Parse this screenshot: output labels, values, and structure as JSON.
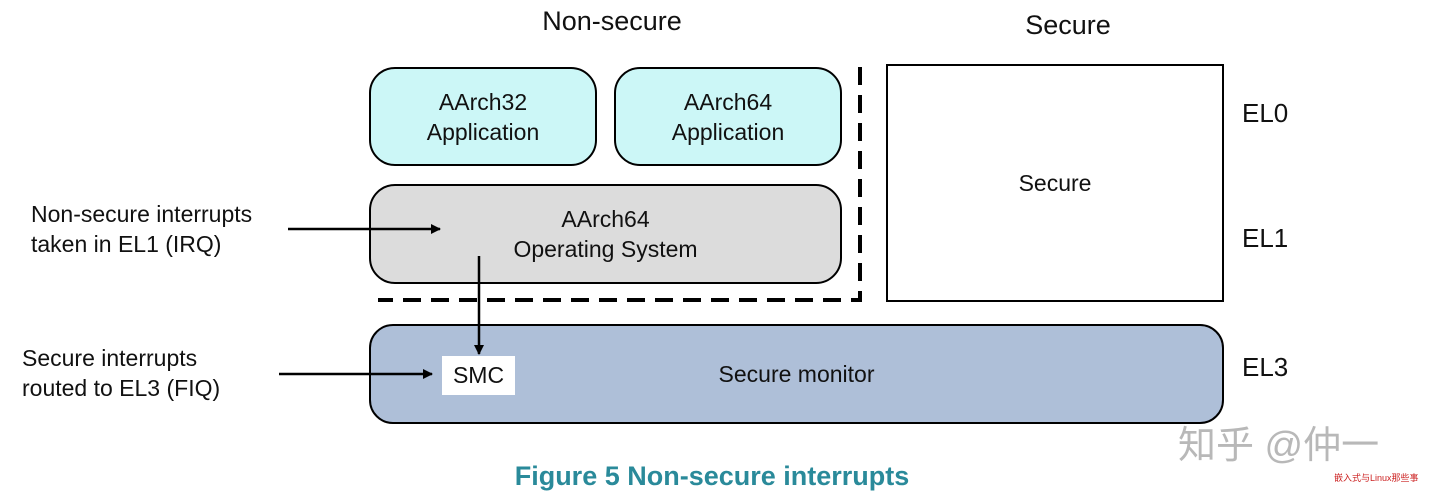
{
  "headers": {
    "non_secure": "Non-secure",
    "secure": "Secure"
  },
  "boxes": {
    "aarch32_app": {
      "line1": "AArch32",
      "line2": "Application"
    },
    "aarch64_app": {
      "line1": "AArch64",
      "line2": "Application"
    },
    "aarch64_os": {
      "line1": "AArch64",
      "line2": "Operating System"
    },
    "secure": "Secure",
    "secure_monitor": "Secure monitor",
    "smc": "SMC"
  },
  "exception_levels": {
    "el0": "EL0",
    "el1": "EL1",
    "el3": "EL3"
  },
  "labels": {
    "irq_line1": "Non-secure interrupts",
    "irq_line2": "taken in EL1 (IRQ)",
    "fiq_line1": "Secure interrupts",
    "fiq_line2": "routed to EL3 (FIQ)"
  },
  "caption": "Figure 5 Non-secure interrupts",
  "watermark": {
    "main": "知乎 @仲一",
    "sub": "嵌入式与Linux那些事"
  },
  "colors": {
    "app_fill": "#ccf7f7",
    "os_fill": "#dcdcdc",
    "monitor_fill": "#aebfd8",
    "caption": "#2a8a9a"
  }
}
